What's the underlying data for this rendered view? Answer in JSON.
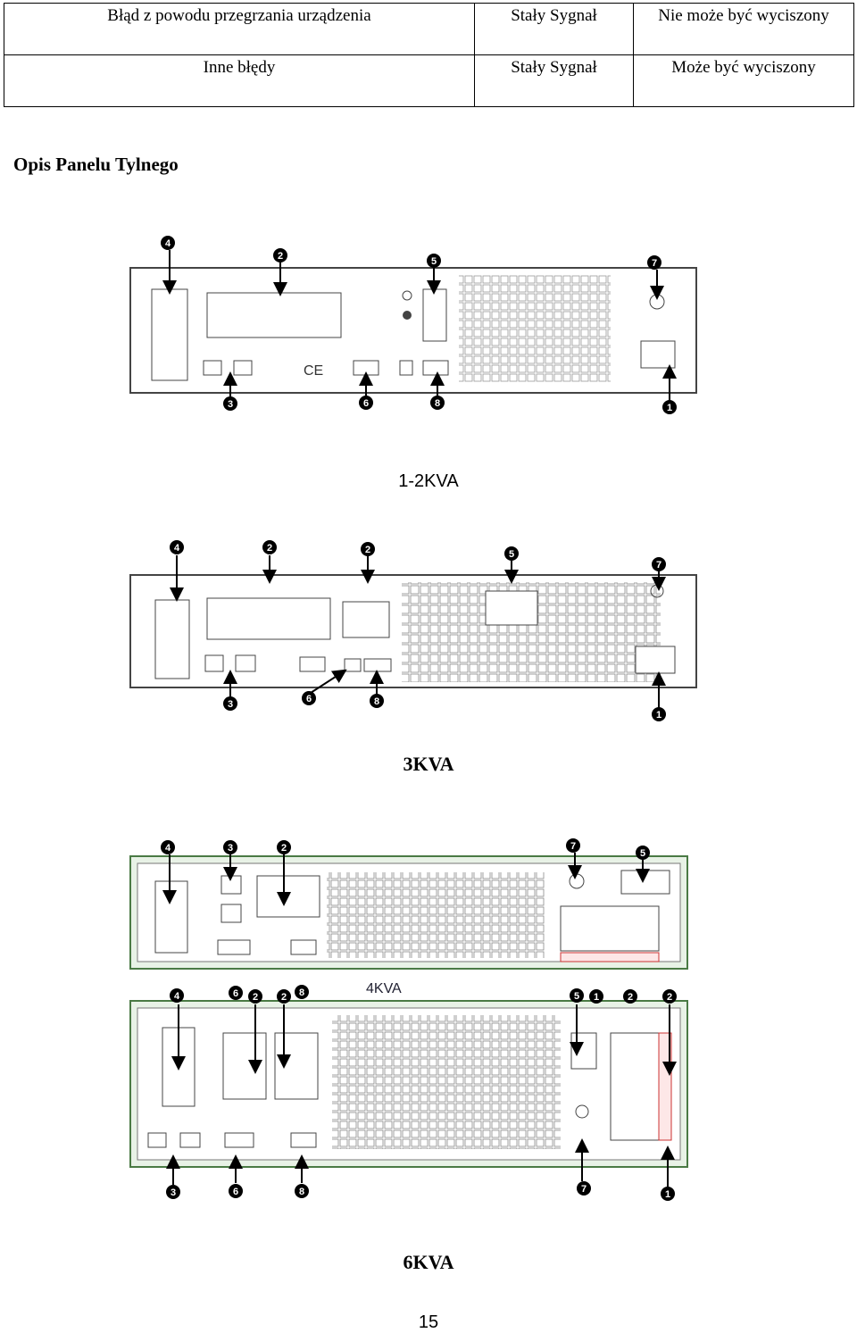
{
  "table": {
    "rows": [
      [
        "Błąd z powodu przegrzania urządzenia",
        "Stały Sygnał",
        "Nie może być wyciszony"
      ],
      [
        "Inne błędy",
        "Stały Sygnał",
        "Może być wyciszony"
      ]
    ]
  },
  "heading": "Opis Panelu Tylnego",
  "figures": [
    {
      "caption": "1-2KVA"
    },
    {
      "caption": "3KVA"
    },
    {
      "caption": "6KVA",
      "inner_label": "4KVA"
    }
  ],
  "page_number": "15"
}
